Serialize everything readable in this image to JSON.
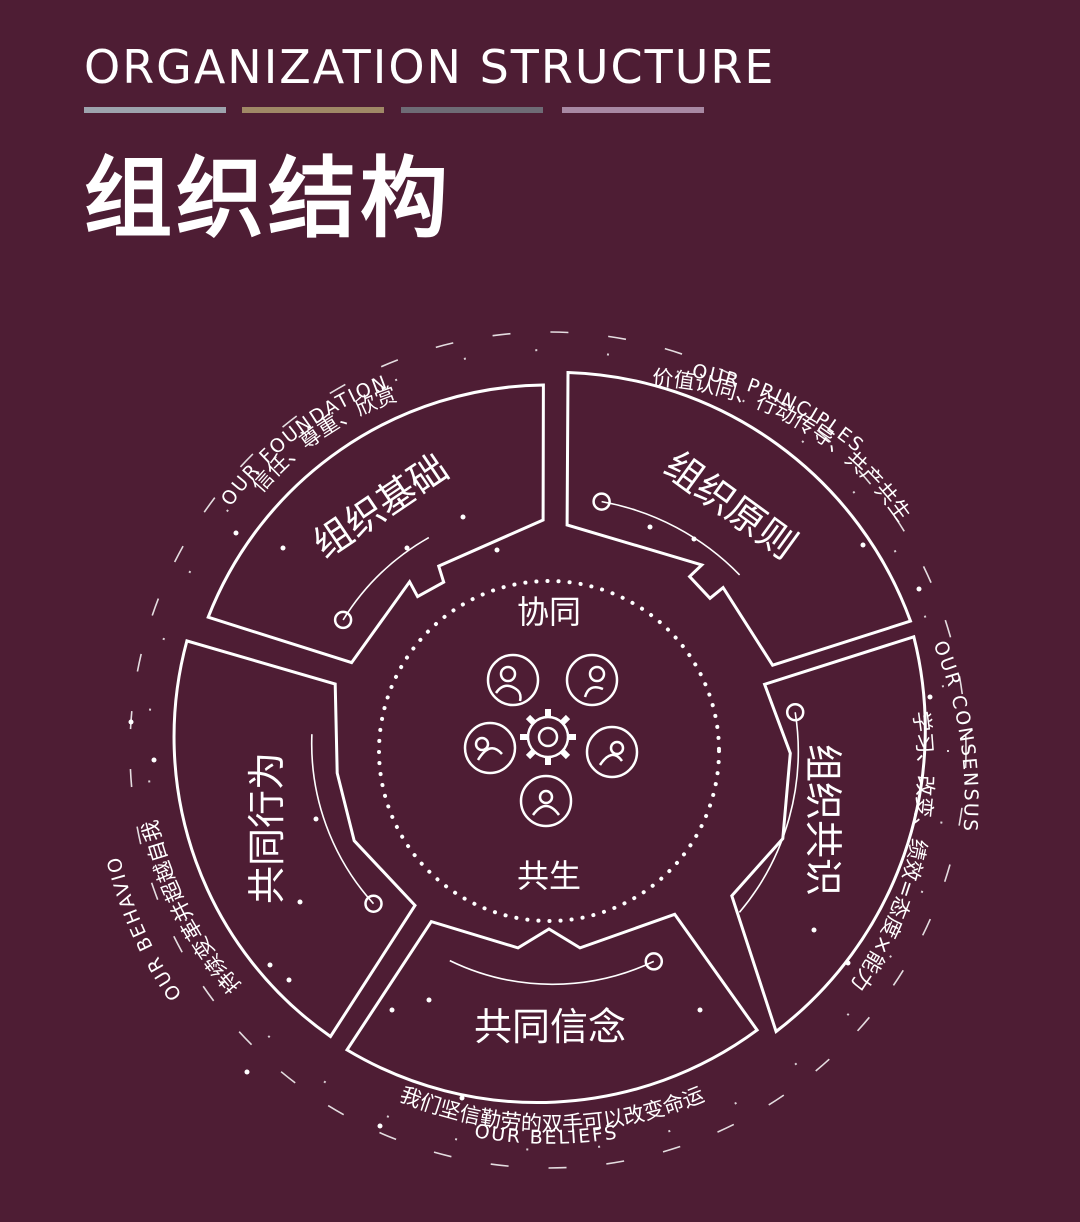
{
  "title_en": "ORGANIZATION STRUCTURE",
  "title_zh": "组织结构",
  "title_bar_colors": [
    "#9da3ad",
    "#a08866",
    "#6e6b75",
    "#a888a3"
  ],
  "colors": {
    "background": "#4e1d34",
    "line": "#ffffff"
  },
  "center": {
    "top_label": "协同",
    "bottom_label": "共生",
    "icon": "gear-with-five-people-icon"
  },
  "segments": [
    {
      "key": "foundation",
      "title": "组织基础",
      "en": "OUR FOUNDATION",
      "desc": "信任、尊重、欣赏"
    },
    {
      "key": "principles",
      "title": "组织原则",
      "en": "OUR PRINCIPLES",
      "desc": "价值认同、行动传导、共产共生"
    },
    {
      "key": "consensus",
      "title": "组织共识",
      "en": "OUR CONSENSUS",
      "desc": "学习、改变、绩效=态度×能力×结果"
    },
    {
      "key": "beliefs",
      "title": "共同信念",
      "en": "OUR BELIEFS",
      "desc": "我们坚信勤劳的双手可以改变命运"
    },
    {
      "key": "behavior",
      "title": "共同行为",
      "en": "OUR BEHAVIOR",
      "desc": "持续变革并超越自我"
    }
  ]
}
